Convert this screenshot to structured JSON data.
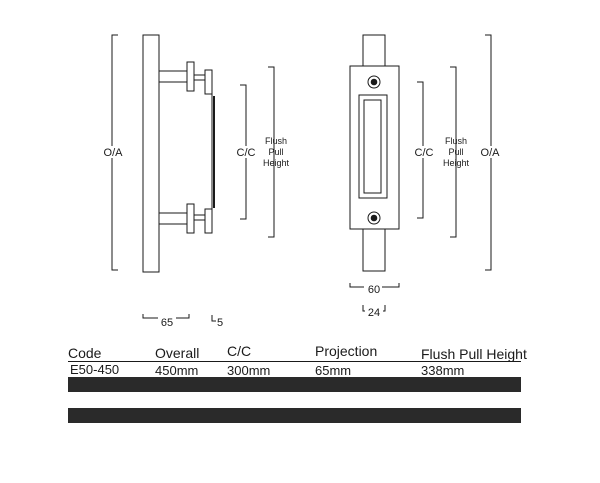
{
  "drawing": {
    "side_view": {
      "overall_label": "O/A",
      "centres_label": "C/C",
      "flush_pull_height_lines": [
        "Flush",
        "Pull",
        "Height"
      ],
      "projection_label": "65",
      "gap_label": "5"
    },
    "front_view": {
      "overall_label": "O/A",
      "centres_label": "C/C",
      "flush_pull_height_lines": [
        "Flush",
        "Pull",
        "Height"
      ],
      "plate_width_label": "60",
      "bar_width_label": "24"
    }
  },
  "spec_table": {
    "headers": {
      "code": "Code",
      "overall": "Overall",
      "cc": "C/C",
      "projection": "Projection",
      "flush_pull_height": "Flush Pull Height"
    },
    "row": {
      "code": "E50-450",
      "overall": "450mm",
      "cc": "300mm",
      "projection": "65mm",
      "flush_pull_height": "338mm"
    }
  }
}
